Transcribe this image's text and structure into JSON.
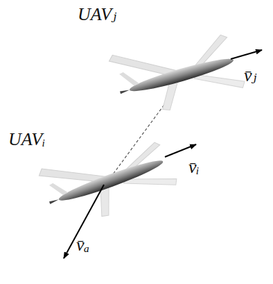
{
  "diagram": {
    "labels": [
      "UAVⱼ",
      "v̄ⱼ",
      "UAVᵢ",
      "v̄ᵢ",
      "v̄ₐ"
    ]
  }
}
